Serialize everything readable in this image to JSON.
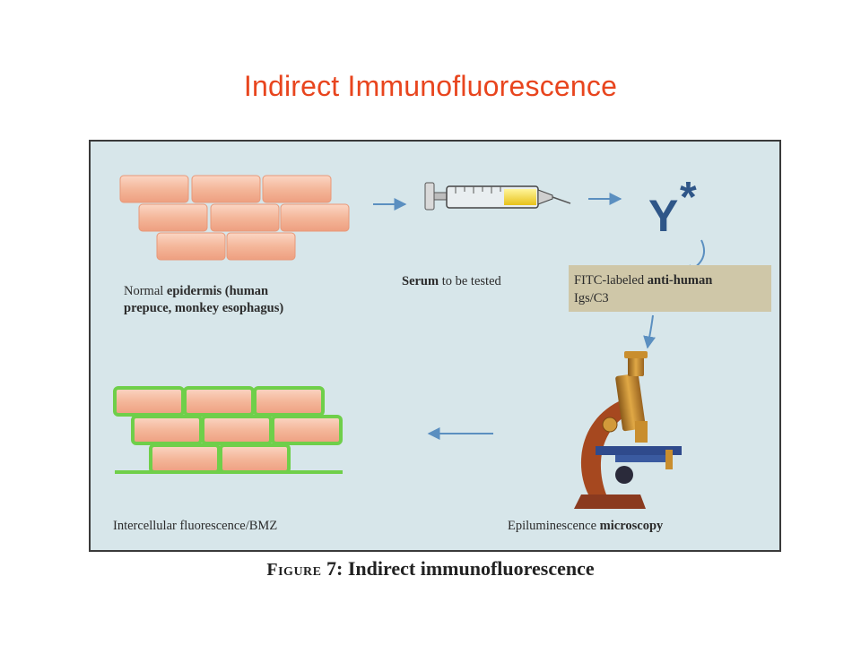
{
  "slide_title": "Indirect Immunofluorescence",
  "figure": {
    "steps": {
      "epidermis": {
        "label_line1_a": "Normal",
        "label_line1_b": "epidermis (human",
        "label_line2": "prepuce, monkey esophagus)"
      },
      "serum": {
        "label_a": "Serum",
        "label_b": "to be tested"
      },
      "antibody": {
        "symbol": "Y",
        "star": "*",
        "label_line1_a": "FITC-labeled",
        "label_line1_b": "anti-human",
        "label_line2": "Igs/C3"
      },
      "microscopy": {
        "label_a": "Epiluminescence",
        "label_b": "microscopy"
      },
      "result": {
        "label": "Intercellular fluorescence/BMZ"
      }
    },
    "caption": {
      "figure_word": "Figure",
      "number": "7:",
      "text": "Indirect immunofluorescence"
    }
  },
  "colors": {
    "title": "#e8451e",
    "panel_bg": "#d7e6ea",
    "cell_fill": "#f4b79a",
    "cell_highlight": "#fbd6c4",
    "fluorescence_green": "#6fcf4a",
    "arrow": "#5b8fc0",
    "label_box": "#cfc7a8",
    "antibody_blue": "#2f5688"
  }
}
